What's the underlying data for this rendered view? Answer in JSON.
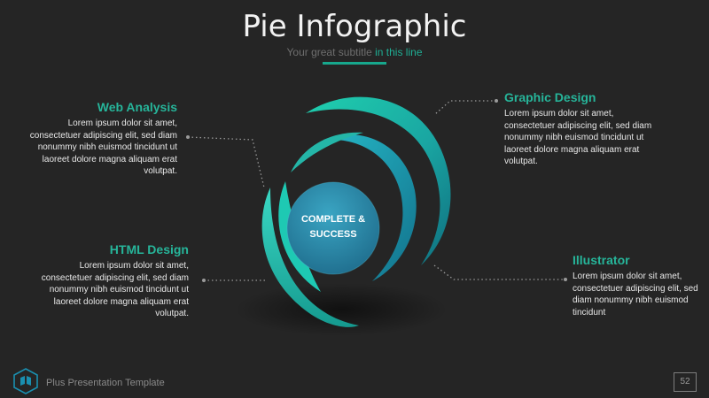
{
  "header": {
    "title": "Pie Infographic",
    "subtitle_main": "Your great subtitle ",
    "subtitle_accent": "in this line"
  },
  "center": {
    "line1": "COMPLETE &",
    "line2": "SUCCESS"
  },
  "sections": {
    "web_analysis": {
      "title": "Web Analysis",
      "body": "Lorem ipsum dolor sit amet, consectetuer adipiscing elit, sed diam nonummy nibh euismod tincidunt ut laoreet dolore magna aliquam erat volutpat."
    },
    "html_design": {
      "title": "HTML Design",
      "body": "Lorem ipsum dolor sit amet, consectetuer adipiscing elit, sed diam nonummy nibh euismod tincidunt ut laoreet dolore magna aliquam erat volutpat."
    },
    "graphic_design": {
      "title": "Graphic Design",
      "body": "Lorem ipsum dolor sit amet, consectetuer adipiscing elit, sed diam nonummy nibh euismod tincidunt ut laoreet dolore magna aliquam erat volutpat."
    },
    "illustrator": {
      "title": "Illustrator",
      "body": "Lorem ipsum dolor sit amet, consectetuer adipiscing elit, sed diam nonummy nibh euismod tincidunt"
    }
  },
  "footer": {
    "brand": "Plus Presentation Template",
    "page_number": "52"
  },
  "colors": {
    "background": "#252525",
    "accent": "#1fae94",
    "center_fill": "#2f86a5"
  },
  "icons": {
    "logo": "hexagon-book-icon"
  }
}
